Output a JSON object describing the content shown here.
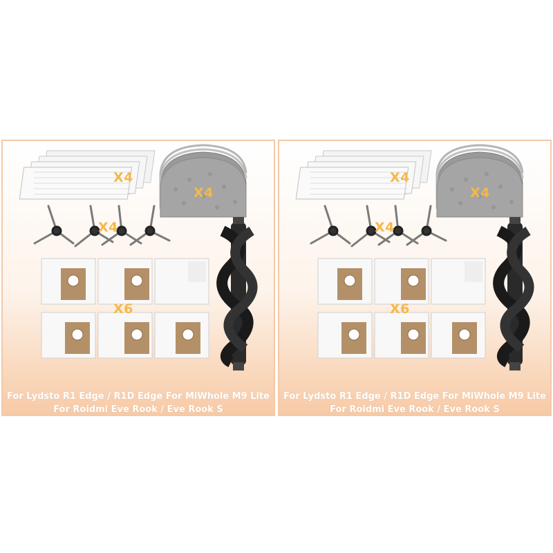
{
  "colors": {
    "border": "#f3c9a8",
    "background_gradient_bottom": "#f7c9a4",
    "quantity_label": "#f5b84a",
    "caption_text": "#ffffff"
  },
  "panels": [
    {
      "filter_qty": "X4",
      "mop_qty": "X4",
      "brush_qty": "X4",
      "bag_qty": "X6",
      "caption_line1": "For Lydsto R1 Edge / R1D Edge For MiWhole M9 Lite",
      "caption_line2": "For Roidmi Eve Rook / Eve Rook S"
    },
    {
      "filter_qty": "X4",
      "mop_qty": "X4",
      "brush_qty": "X4",
      "bag_qty": "X6",
      "caption_line1": "For Lydsto R1 Edge / R1D Edge For MiWhole M9 Lite",
      "caption_line2": "For Roidmi Eve Rook / Eve Rook S"
    }
  ]
}
